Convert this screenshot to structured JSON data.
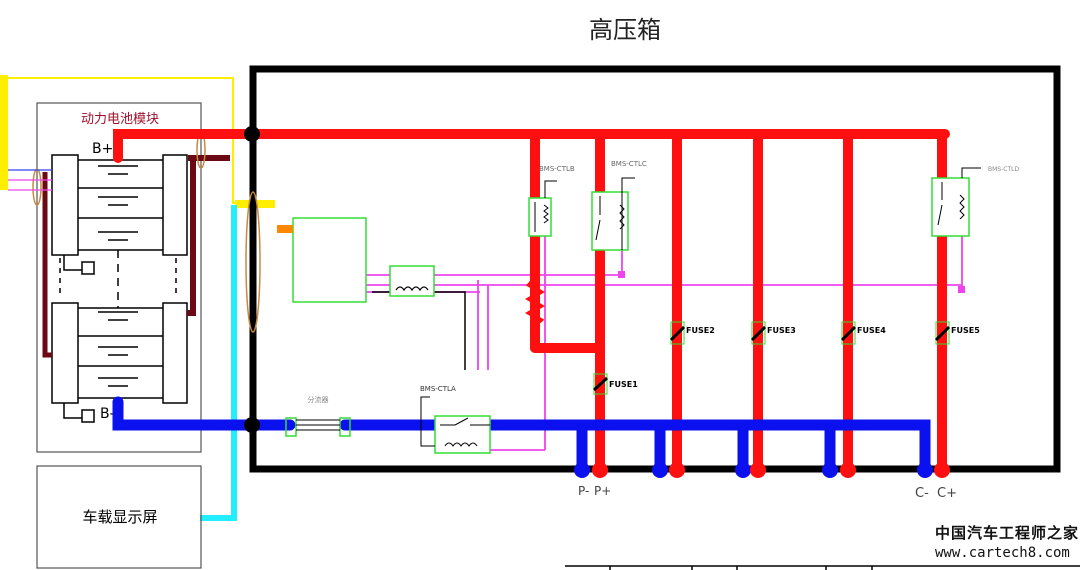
{
  "title": "高压箱",
  "battery_module": {
    "title": "动力电池模块",
    "pos_label": "B+",
    "neg_label": "B-"
  },
  "display": {
    "label": "车载显示屏"
  },
  "relays": [
    {
      "name": "BMS-CTLA"
    },
    {
      "name": "BMS-CTLB"
    },
    {
      "name": "BMS-CTLC"
    },
    {
      "name": "BMS-CTLD"
    }
  ],
  "fuses": [
    "FUSE1",
    "FUSE2",
    "FUSE3",
    "FUSE4",
    "FUSE5"
  ],
  "terminals": {
    "p_minus": "P-",
    "p_plus": "P+",
    "c_minus": "C-",
    "c_plus": "C+"
  },
  "shunt_label": "分流器",
  "watermark": {
    "cn": "中国汽车工程师之家",
    "url": "www.cartech8.com"
  },
  "colors": {
    "hv_positive": "#ff1010",
    "hv_negative": "#0a10ee",
    "signal": "#ee44ee",
    "enclosure": "#000000",
    "component_box": "#33dd33",
    "display_line": "#22eeff",
    "power_line": "#ffee00",
    "bms_line": "#6b0a14"
  }
}
